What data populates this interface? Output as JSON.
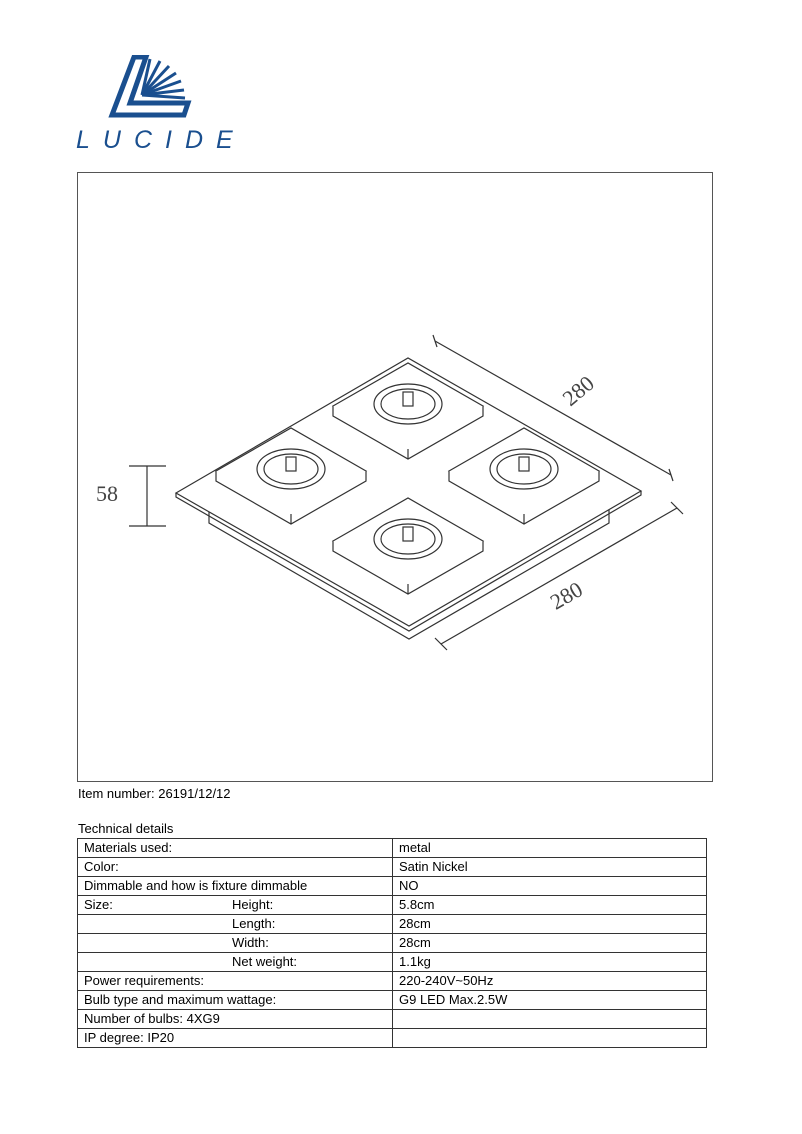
{
  "logo": {
    "text": "LUCIDE"
  },
  "drawing": {
    "dim_height": "58",
    "dim_length": "280",
    "dim_width": "280"
  },
  "item": {
    "label": "Item number:",
    "value": "26191/12/12"
  },
  "tech": {
    "title": "Technical details",
    "rows": [
      {
        "label": "Materials used:",
        "sub": "",
        "value": "metal"
      },
      {
        "label": "Color:",
        "sub": "",
        "value": "Satin Nickel"
      },
      {
        "label": "Dimmable and how is fixture dimmable",
        "sub": "",
        "value": "NO"
      },
      {
        "label": "Size:",
        "sub": "Height:",
        "value": "5.8cm"
      },
      {
        "label": "",
        "sub": "Length:",
        "value": "28cm"
      },
      {
        "label": "",
        "sub": "Width:",
        "value": "28cm"
      },
      {
        "label": "",
        "sub": "Net weight:",
        "value": "1.1kg"
      },
      {
        "label": "Power requirements:",
        "sub": "",
        "value": "220-240V~50Hz"
      },
      {
        "label": "Bulb type and maximum wattage:",
        "sub": "",
        "value": "G9 LED Max.2.5W"
      },
      {
        "label": "Number of bulbs:  4XG9",
        "sub": "",
        "value": ""
      },
      {
        "label": "IP degree:  IP20",
        "sub": "",
        "value": ""
      }
    ]
  }
}
